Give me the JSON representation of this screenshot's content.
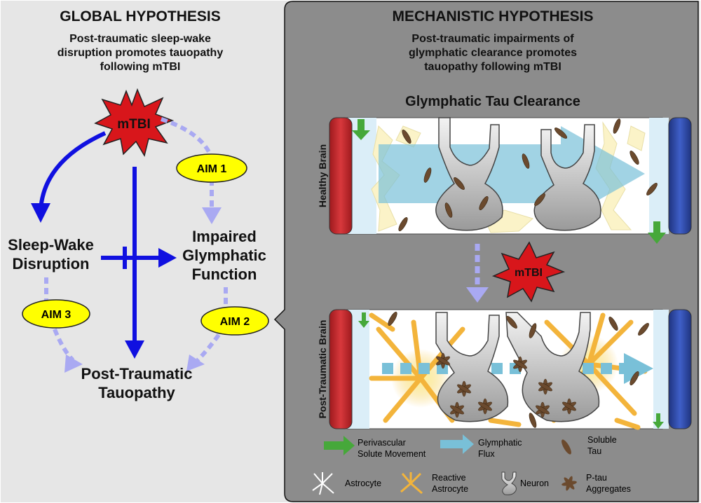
{
  "left": {
    "heading": "GLOBAL HYPOTHESIS",
    "subtitle": [
      "Post-traumatic sleep-wake",
      "disruption promotes tauopathy",
      "following mTBI"
    ],
    "burst_label": "mTBI",
    "nodes": {
      "sleep": [
        "Sleep-Wake",
        "Disruption"
      ],
      "glymph": [
        "Impaired",
        "Glymphatic",
        "Function"
      ],
      "tauo": [
        "Post-Traumatic",
        "Tauopathy"
      ]
    },
    "aims": {
      "aim1": "AIM 1",
      "aim2": "AIM 2",
      "aim3": "AIM 3"
    }
  },
  "right": {
    "heading": "MECHANISTIC HYPOTHESIS",
    "subtitle": [
      "Post-traumatic impairments of",
      "glymphatic clearance promotes",
      "tauopathy following mTBI"
    ],
    "panel_title": "Glymphatic Tau Clearance",
    "healthy_label": "Healthy Brain",
    "post_label": "Post-Traumatic Brain",
    "burst_label": "mTBI"
  },
  "legend": {
    "perivascular": [
      "Perivascular",
      "Solute Movement"
    ],
    "flux": [
      "Glymphatic",
      "Flux"
    ],
    "soluble": [
      "Soluble",
      "Tau"
    ],
    "astrocyte": "Astrocyte",
    "reactive": [
      "Reactive",
      "Astrocyte"
    ],
    "neuron": "Neuron",
    "ptau": [
      "P-tau",
      "Aggregates"
    ]
  },
  "colors": {
    "left_bg": "#e6e6e6",
    "right_bg": "#8c8c8c",
    "strong_arrow": "#1010e0",
    "dashed_arrow": "#a9a9f2",
    "aim_fill": "#ffff00",
    "burst": "#d8161b",
    "artery": "#c8262b",
    "vein": "#2d47a8",
    "perivascular": "#46a83a",
    "flux": "#79c0d8",
    "tau": "#6b4a2e",
    "astro_healthy": "#fbf3c8",
    "astro_reactive": "#f3b43b"
  }
}
